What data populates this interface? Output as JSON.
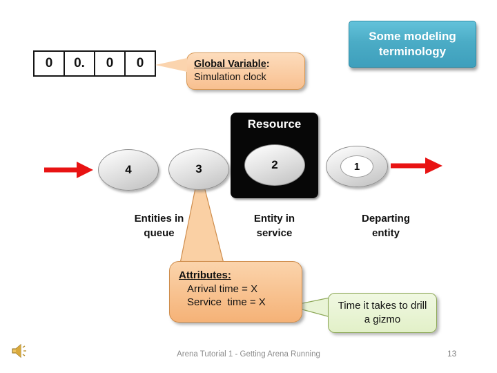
{
  "title_box": {
    "text": "Some modeling terminology"
  },
  "clock": {
    "cells": [
      "0",
      "0.",
      "0",
      "0"
    ],
    "callout_heading": "Global Variable",
    "callout_heading_suffix": ":",
    "callout_body": "Simulation clock"
  },
  "resource_box": {
    "label": "Resource",
    "entity_number": "2"
  },
  "queue": {
    "values": [
      "4",
      "3"
    ]
  },
  "departing": {
    "number": "1"
  },
  "captions": {
    "entities_in_queue": "Entities in queue",
    "entity_in_service": "Entity in service",
    "departing_entity": "Departing entity"
  },
  "attributes_callout": {
    "heading": "Attributes:",
    "arrival": "Arrival time = X",
    "service": "Service  time = X"
  },
  "green_callout": {
    "text": "Time it takes to drill a gizmo"
  },
  "footer": {
    "text": "Arena Tutorial 1 - Getting Arena Running",
    "page": "13"
  },
  "colors": {
    "accent_teal": "#4BACC6",
    "callout_peach": "#F8C090",
    "note_green": "#E2F0C8",
    "arrow_red": "#E81313"
  }
}
